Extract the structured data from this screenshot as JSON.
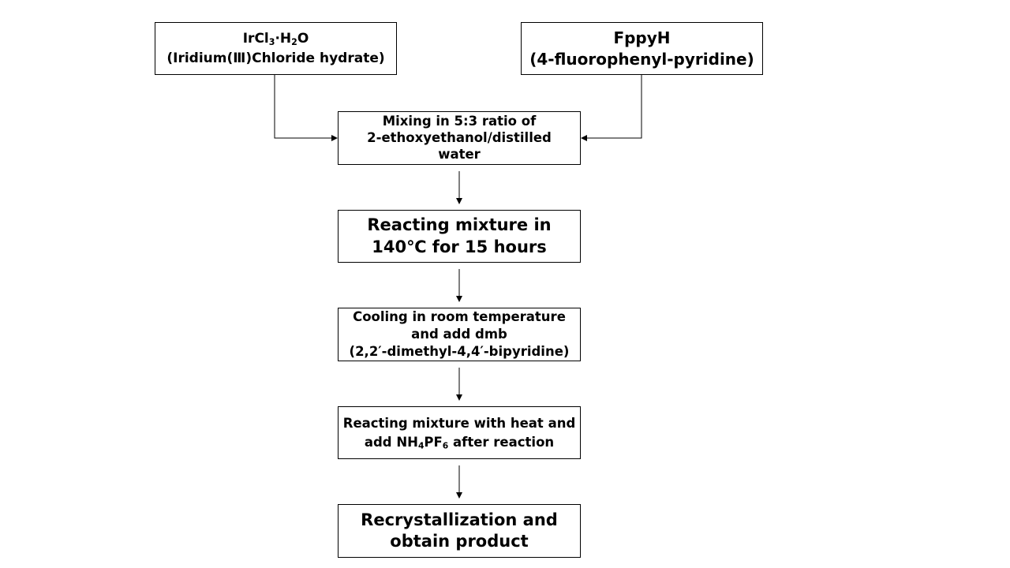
{
  "diagram": {
    "type": "flowchart",
    "nodes": {
      "ircl3": {
        "formula_prefix": "IrCl",
        "formula_sub1": "3",
        "formula_mid": "·H",
        "formula_sub2": "2",
        "formula_suffix": "O",
        "name": "(Iridium(Ⅲ)Chloride hydrate)"
      },
      "fppyh": {
        "title": "FppyH",
        "name": "(4-fluorophenyl-pyridine)"
      },
      "mixing": {
        "line1": "Mixing in 5:3 ratio of",
        "line2": "2-ethoxyethanol/distilled",
        "line3": "water"
      },
      "reacting1": {
        "line1": "Reacting mixture in",
        "line2": "140℃ for 15 hours"
      },
      "cooling": {
        "line1": "Cooling in room temperature",
        "line2": "and add dmb",
        "line3": "(2,2′-dimethyl-4,4′-bipyridine)"
      },
      "reacting2": {
        "line1": "Reacting mixture with heat and",
        "line2_prefix": "add NH",
        "line2_sub1": "4",
        "line2_mid": "PF",
        "line2_sub2": "6",
        "line2_suffix": " after reaction"
      },
      "recryst": {
        "line1": "Recrystallization and",
        "line2": "obtain product"
      }
    },
    "edges": [
      {
        "from": "ircl3",
        "to": "mixing"
      },
      {
        "from": "fppyh",
        "to": "mixing"
      },
      {
        "from": "mixing",
        "to": "reacting1"
      },
      {
        "from": "reacting1",
        "to": "cooling"
      },
      {
        "from": "cooling",
        "to": "reacting2"
      },
      {
        "from": "reacting2",
        "to": "recryst"
      }
    ],
    "colors": {
      "stroke": "#000000",
      "background": "#ffffff",
      "text": "#000000"
    }
  }
}
